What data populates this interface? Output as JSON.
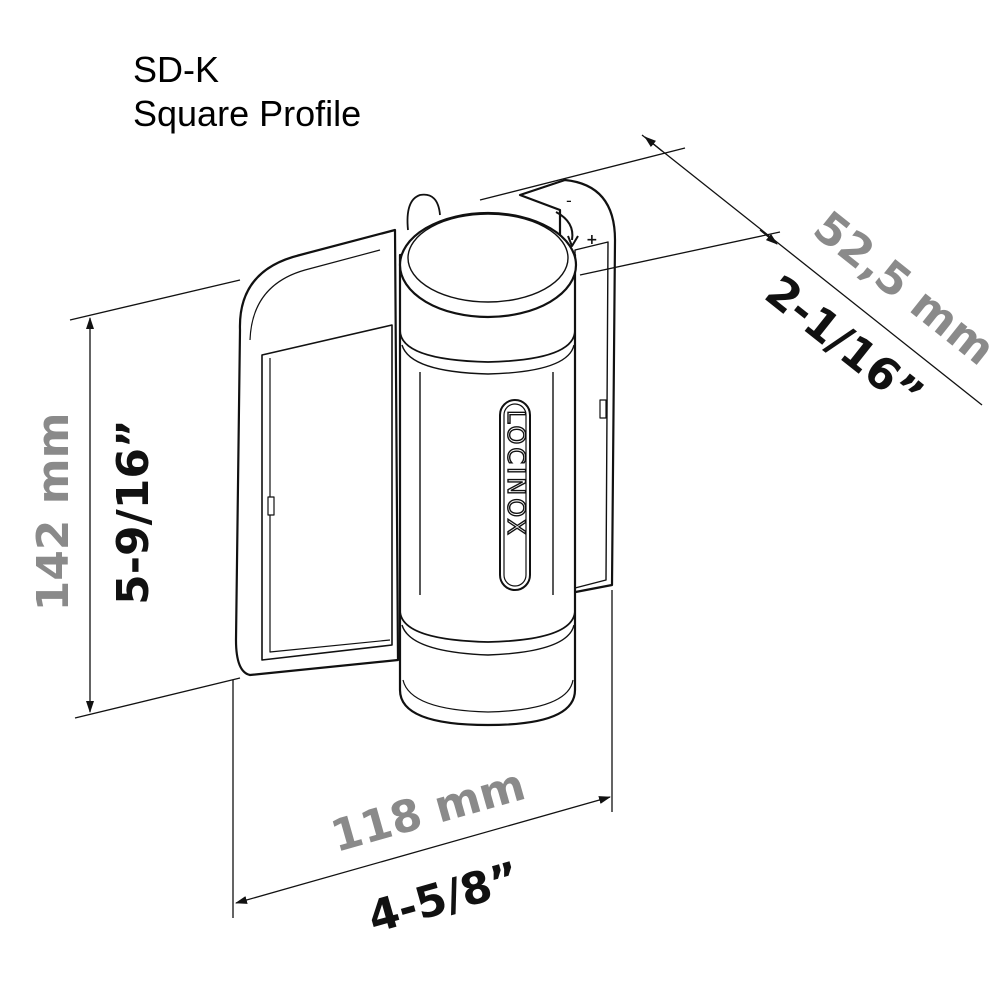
{
  "title": {
    "model": "SD-K",
    "profile": "Square Profile"
  },
  "product": {
    "brand": "LOCINOX",
    "adjust_symbols": {
      "minus": "-",
      "plus": "+"
    }
  },
  "dimensions": {
    "height": {
      "metric": "142 mm",
      "imperial": "5-9/16”"
    },
    "width": {
      "metric": "118 mm",
      "imperial": "4-5/8”"
    },
    "depth": {
      "metric": "52,5 mm",
      "imperial": "2-1/16”"
    }
  },
  "colors": {
    "metric_text": "#8a8a8a",
    "imperial_text": "#111111",
    "line": "#111111"
  }
}
